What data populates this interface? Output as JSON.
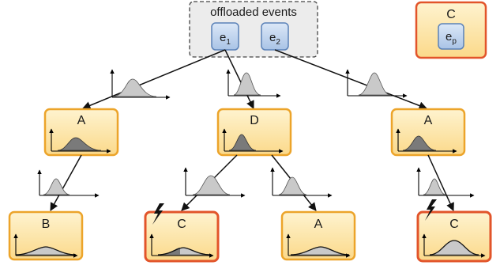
{
  "offloaded": {
    "title": "offloaded events",
    "events": [
      {
        "base": "e",
        "sub": "1"
      },
      {
        "base": "e",
        "sub": "2"
      }
    ]
  },
  "corner_node": {
    "label": "C",
    "event": {
      "base": "e",
      "sub": "p"
    }
  },
  "nodes": {
    "level1": [
      "A",
      "D",
      "A"
    ],
    "level2": [
      "B",
      "C",
      "A",
      "C"
    ]
  },
  "colors": {
    "node_fill": "#fde6a6",
    "node_border_normal": "#eca42a",
    "node_border_failed": "#e2542a",
    "event_fill": "#bcd2ee",
    "event_border": "#5b82b8",
    "offload_fill": "#ececec",
    "offload_border": "#444444"
  },
  "icons": {
    "failure": "lightning-bolt-icon",
    "arrow": "arrow-icon"
  }
}
